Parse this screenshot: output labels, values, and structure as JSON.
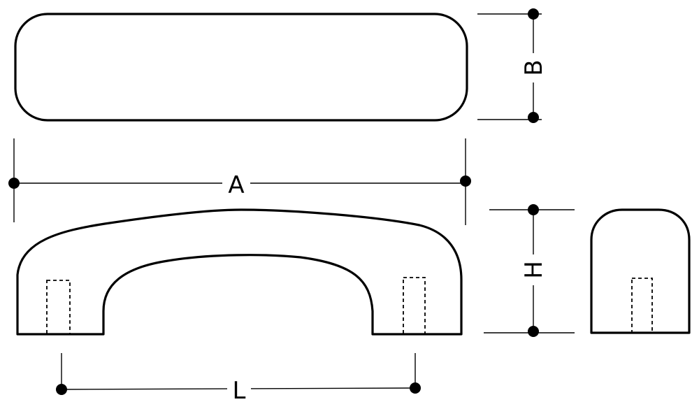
{
  "labels": {
    "width": "A",
    "depth": "B",
    "height": "H",
    "hole_spacing": "L"
  }
}
